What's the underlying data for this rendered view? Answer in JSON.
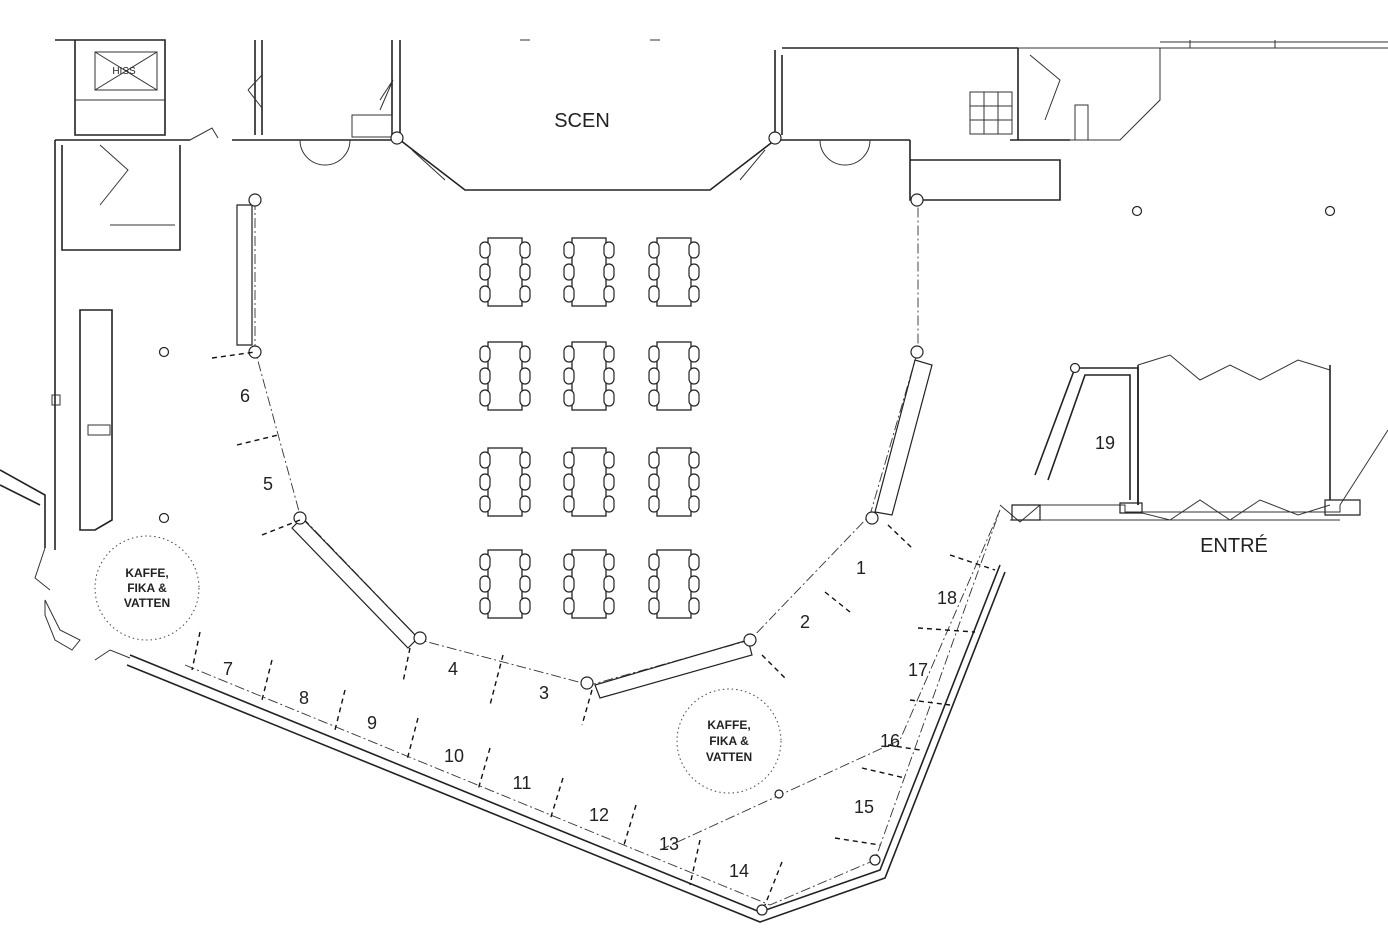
{
  "floor_plan": {
    "labels": {
      "stage": "SCEN",
      "entrance": "ENTRÉ",
      "elevator": "HISS"
    },
    "refreshment_stations": [
      {
        "lines": [
          "KAFFE,",
          "FIKA &",
          "VATTEN"
        ]
      },
      {
        "lines": [
          "KAFFE,",
          "FIKA &",
          "VATTEN"
        ]
      }
    ],
    "booths": [
      "1",
      "2",
      "3",
      "4",
      "5",
      "6",
      "7",
      "8",
      "9",
      "10",
      "11",
      "12",
      "13",
      "14",
      "15",
      "16",
      "17",
      "18",
      "19"
    ],
    "table_grid": {
      "rows": 4,
      "columns": 3,
      "chairs_per_side": 3
    }
  }
}
